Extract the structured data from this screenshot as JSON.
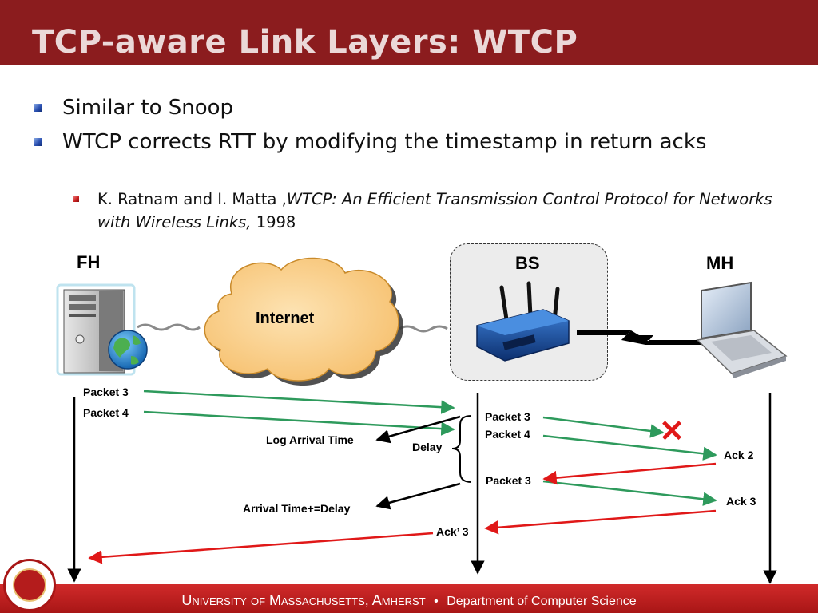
{
  "slide": {
    "title": "TCP-aware Link Layers: WTCP",
    "bullets": [
      {
        "text": "Similar to Snoop"
      },
      {
        "text": "WTCP corrects RTT by modifying the timestamp in return acks"
      }
    ],
    "sub_bullet": {
      "authors": "K. Ratnam and I. Matta ,",
      "paper_title": "WTCP: An Efficient Transmission Control Protocol for Networks with Wireless Links,",
      "year": " 1998"
    }
  },
  "diagram": {
    "nodes": {
      "fh": "FH",
      "bs": "BS",
      "mh": "MH",
      "cloud": "Internet"
    },
    "fh_packets": [
      "Packet 3",
      "Packet 4"
    ],
    "bs_packets": [
      "Packet 3",
      "Packet 4",
      "Packet 3"
    ],
    "acks": [
      "Ack 2",
      "Ack 3"
    ],
    "ack_prime": "Ack’ 3",
    "log_arrival": "Log Arrival Time",
    "arrival_update": "Arrival Time+=Delay",
    "delay": "Delay",
    "loss_mark": "✕",
    "colors": {
      "forward": "#2e9a5c",
      "backward": "#e01818",
      "annotation": "#000000"
    }
  },
  "footer": {
    "university": "University of Massachusetts, Amherst",
    "separator": "•",
    "department": "Department of Computer Science"
  }
}
